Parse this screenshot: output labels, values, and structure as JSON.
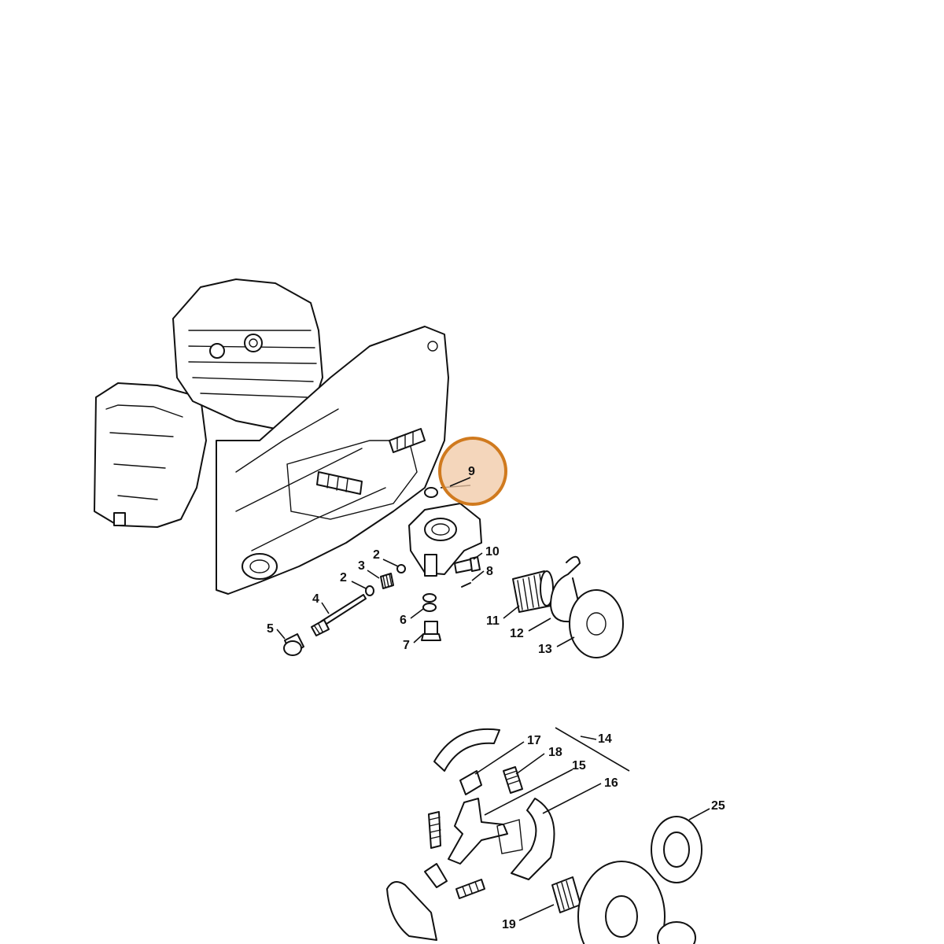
{
  "diagram": {
    "highlight": {
      "label": "9",
      "color": "#d07a1e",
      "fill": "#f0c8a4"
    },
    "callouts": [
      "2",
      "2",
      "3",
      "4",
      "5",
      "6",
      "7",
      "8",
      "10",
      "11",
      "12",
      "13",
      "14",
      "15",
      "16",
      "17",
      "18",
      "19",
      "25"
    ]
  }
}
